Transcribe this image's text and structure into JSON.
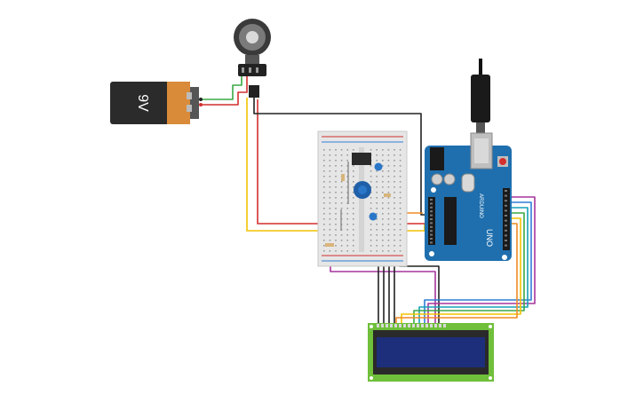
{
  "battery": {
    "label": "9V"
  },
  "arduino": {
    "brand": "ARDUINO",
    "model": "UNO"
  },
  "colors": {
    "wire_red": "#d32f2f",
    "wire_black": "#222222",
    "wire_green": "#3aa845",
    "wire_yellow": "#f2c200",
    "wire_orange": "#f08a24",
    "wire_purple": "#a6359d",
    "wire_blue": "#2e7dd6",
    "wire_teal": "#17a2b8",
    "wire_grey": "#8a8a8a",
    "arduino_board": "#1f6fae",
    "lcd_pcb": "#6fbf3a",
    "lcd_screen": "#1d2f7a",
    "battery_body": "#2b2b2b",
    "battery_cap": "#d98b3a",
    "breadboard": "#e6e6e6"
  }
}
